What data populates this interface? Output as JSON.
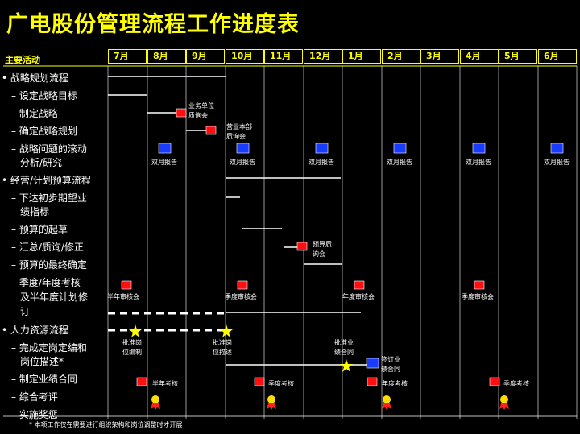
{
  "title": "广电股份管理流程工作进度表",
  "header": {
    "activity_label": "主要活动",
    "months": [
      "7月",
      "8月",
      "9月",
      "10月",
      "11月",
      "12月",
      "1月",
      "2月",
      "3月",
      "4月",
      "5月",
      "6月"
    ]
  },
  "rows": {
    "r0": "• 战略规划流程",
    "r1": "– 设定战略目标",
    "r2": "– 制定战略",
    "r3": "– 确定战略规划",
    "r4a": "– 战略问题的滚动",
    "r4b": "分析/研究",
    "r5": "• 经营/计划预算流程",
    "r6a": "– 下达初步期望业",
    "r6b": "绩指标",
    "r7": "– 预算的起草",
    "r8": "– 汇总/质询/修正",
    "r9": "– 预算的最终确定",
    "r10a": "– 季度/年度考核",
    "r10b": "及半年度计划修",
    "r10c": "订",
    "r11": "• 人力资源流程",
    "r12a": "– 完成定岗定编和",
    "r12b": "岗位描述*",
    "r13": "– 制定业绩合同",
    "r14": "– 综合考评",
    "r15": "– 实施奖惩"
  },
  "annotations": {
    "dept_consult_a": "业务单位",
    "dept_consult_b": "质询会",
    "biz_consult_a": "营业本部",
    "biz_consult_b": "质询会",
    "bimonthly": "双月报告",
    "budget_consult_a": "预算质",
    "budget_consult_b": "询会",
    "quarterly": "季度审核会",
    "halfyear": "半年审核会",
    "annual": "年度审核会",
    "approve_post_a": "批准岗",
    "approve_post_b": "位编制",
    "approve_desc_a": "批准岗",
    "approve_desc_b": "位描述",
    "approve_perf_a": "批准业",
    "approve_perf_b": "绩合同",
    "sign_perf_a": "签订业",
    "sign_perf_b": "绩合同",
    "half_review": "半年考核",
    "quarter_review": "季度考核",
    "year_review": "年度考核"
  },
  "footnote": "* 本项工作仅在需要进行组织架构和岗位调整时才开展",
  "colors": {
    "title": "#ffff00",
    "header": "#ffff00",
    "red_marker": "#ff1010",
    "blue_marker": "#1a3cff",
    "star": "#ffff00"
  }
}
